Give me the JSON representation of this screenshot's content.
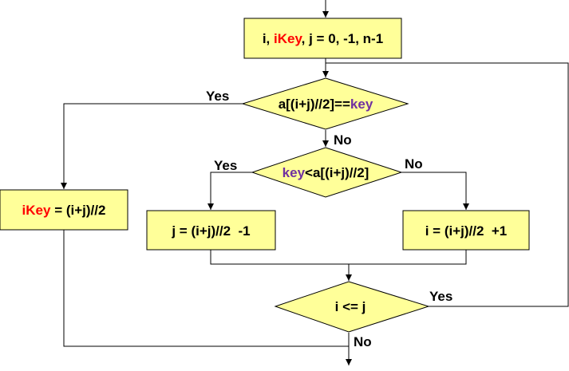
{
  "colors": {
    "box_fill": "#ffff99",
    "stroke": "#000000",
    "text": "#000000",
    "highlight_ikey": "#ff0000",
    "highlight_key": "#7030a0"
  },
  "nodes": {
    "init": {
      "shape": "process",
      "parts": [
        {
          "text": "i, ",
          "color": "text"
        },
        {
          "text": "iKey",
          "color": "highlight_ikey"
        },
        {
          "text": ", j = 0, -1, n-1",
          "color": "text"
        }
      ]
    },
    "cond_equal": {
      "shape": "decision",
      "parts": [
        {
          "text": "a[(i+j)//2]==",
          "color": "text"
        },
        {
          "text": "key",
          "color": "highlight_key"
        }
      ]
    },
    "cond_less": {
      "shape": "decision",
      "parts": [
        {
          "text": "key",
          "color": "highlight_key"
        },
        {
          "text": "<a[(i+j)//2]",
          "color": "text"
        }
      ]
    },
    "set_ikey": {
      "shape": "process",
      "parts": [
        {
          "text": "iKey",
          "color": "highlight_ikey"
        },
        {
          "text": " = (i+j)//2",
          "color": "text"
        }
      ]
    },
    "set_j": {
      "shape": "process",
      "parts": [
        {
          "text": "j = (i+j)//2  -1",
          "color": "text"
        }
      ]
    },
    "set_i": {
      "shape": "process",
      "parts": [
        {
          "text": "i = (i+j)//2  +1",
          "color": "text"
        }
      ]
    },
    "cond_loop": {
      "shape": "decision",
      "parts": [
        {
          "text": "i <= j",
          "color": "text"
        }
      ]
    }
  },
  "edge_labels": {
    "equal_yes": "Yes",
    "equal_no": "No",
    "less_yes": "Yes",
    "less_no": "No",
    "loop_yes": "Yes",
    "loop_no": "No"
  }
}
